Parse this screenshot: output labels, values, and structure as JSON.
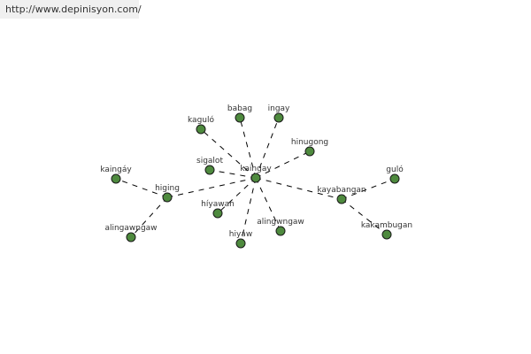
{
  "header": {
    "url": "http://www.depinisyon.com/"
  },
  "graph": {
    "nodes": [
      "kaingay",
      "babag",
      "ingay",
      "kaguló",
      "hinugong",
      "sigalot",
      "kaingáy",
      "higing",
      "híyawan",
      "hiyaw",
      "alingwngaw",
      "alingawngaw",
      "kayabangan",
      "guló",
      "kakambugan"
    ],
    "edges": [
      [
        "kaingay",
        "babag"
      ],
      [
        "kaingay",
        "ingay"
      ],
      [
        "kaingay",
        "kaguló"
      ],
      [
        "kaingay",
        "hinugong"
      ],
      [
        "kaingay",
        "sigalot"
      ],
      [
        "kaingay",
        "higing"
      ],
      [
        "kaingay",
        "híyawan"
      ],
      [
        "kaingay",
        "hiyaw"
      ],
      [
        "kaingay",
        "alingwngaw"
      ],
      [
        "kaingay",
        "kayabangan"
      ],
      [
        "higing",
        "kaingáy"
      ],
      [
        "higing",
        "alingawngaw"
      ],
      [
        "kayabangan",
        "guló"
      ],
      [
        "kayabangan",
        "kakambugan"
      ]
    ],
    "colors": {
      "node": "#4e8a3e",
      "edge": "#000000"
    }
  }
}
